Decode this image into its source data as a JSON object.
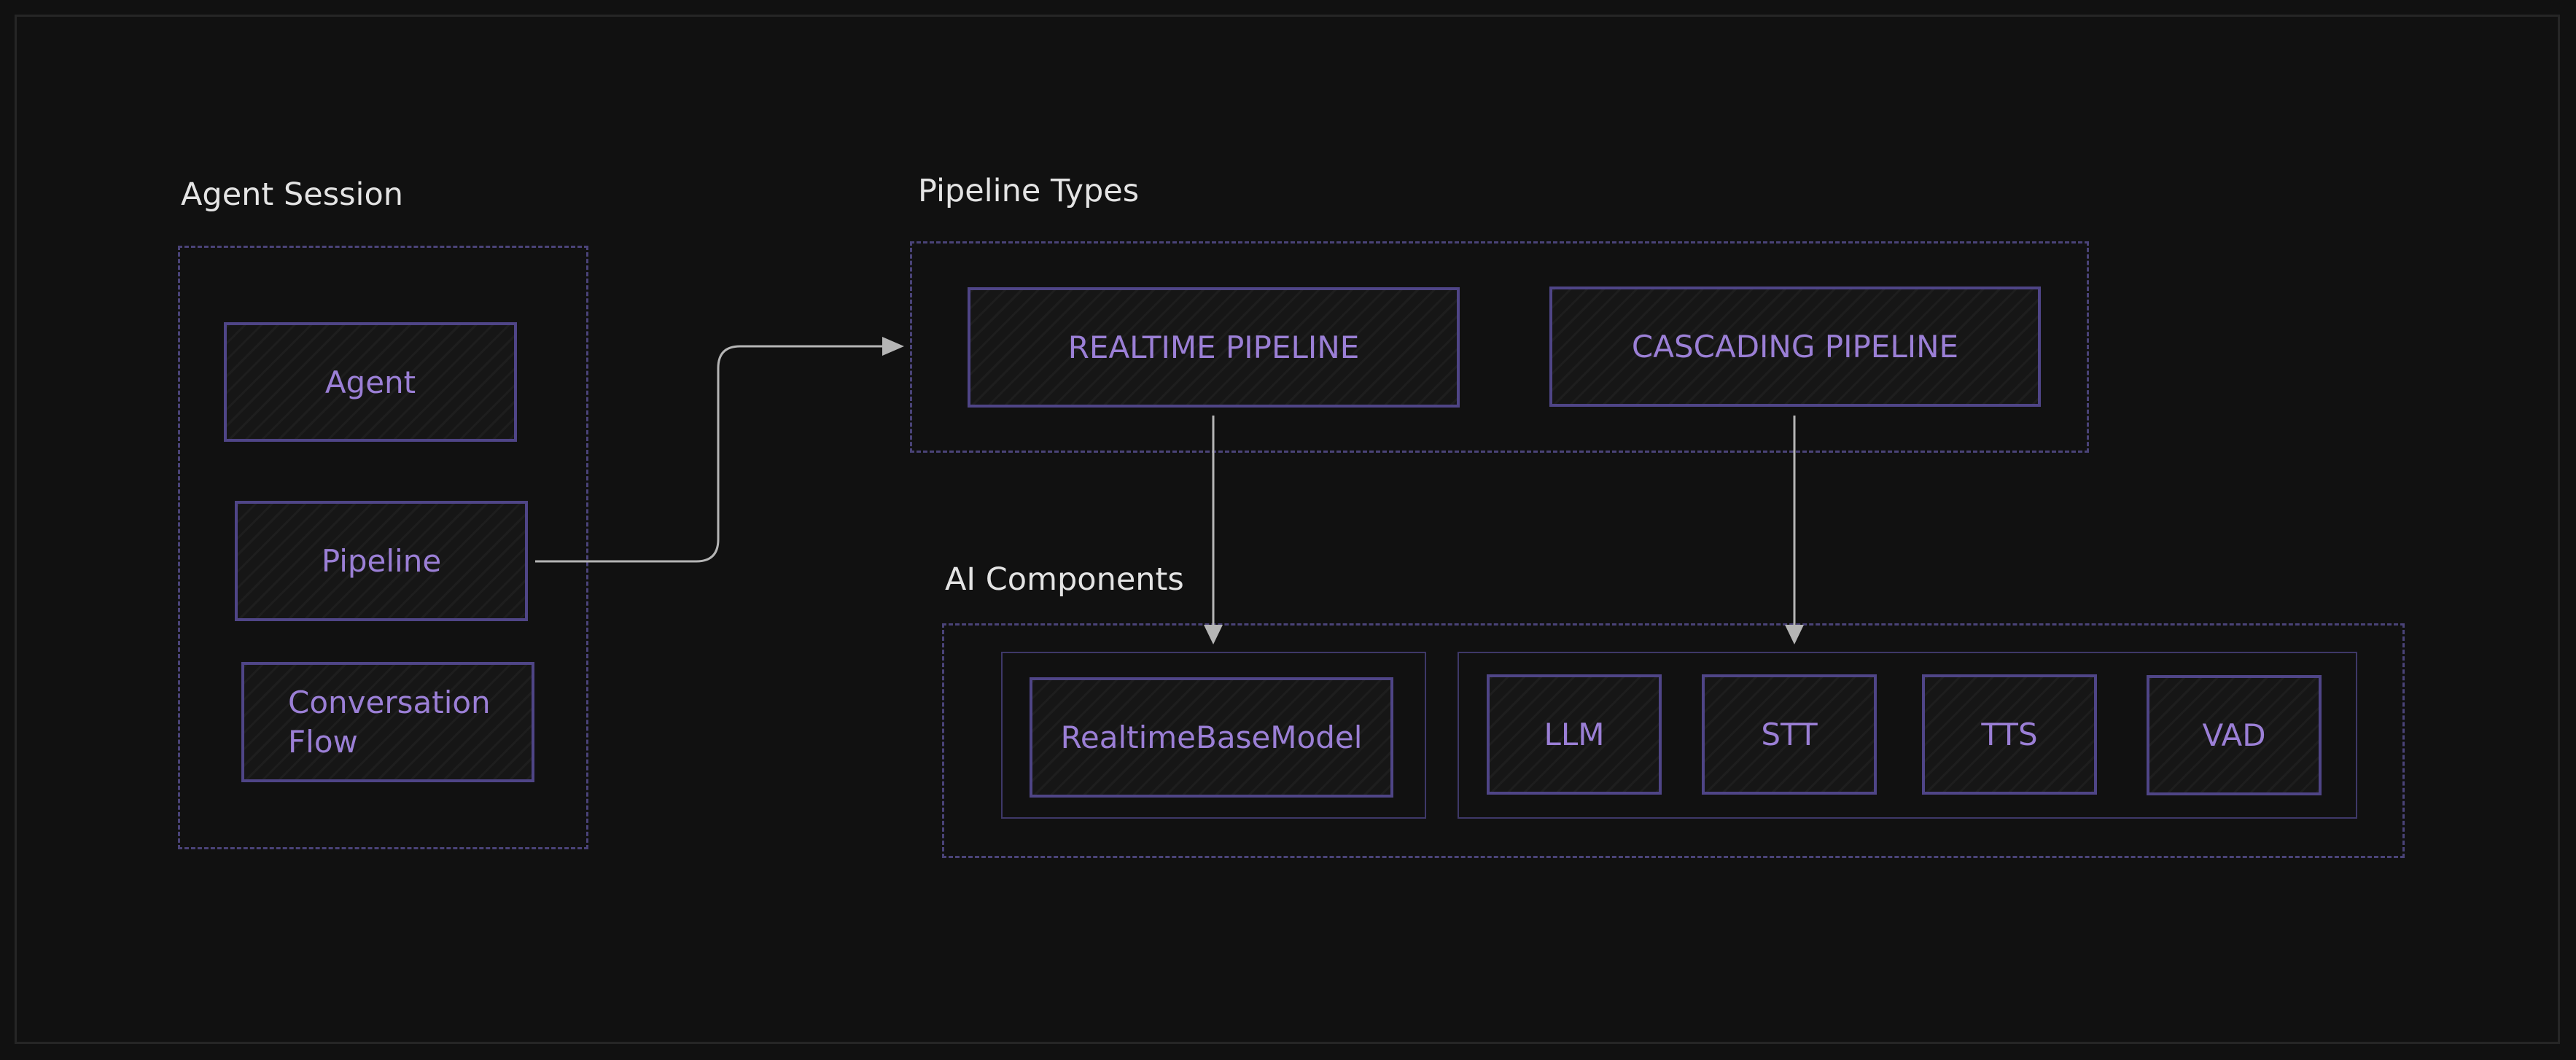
{
  "groups": {
    "agent_session": {
      "label": "Agent Session",
      "nodes": {
        "agent": "Agent",
        "pipeline": "Pipeline",
        "conversation_flow": "Conversation\nFlow"
      }
    },
    "pipeline_types": {
      "label": "Pipeline Types",
      "nodes": {
        "realtime": "REALTIME PIPELINE",
        "cascading": "CASCADING PIPELINE"
      }
    },
    "ai_components": {
      "label": "AI Components",
      "nodes": {
        "realtime_base_model": "RealtimeBaseModel",
        "llm": "LLM",
        "stt": "STT",
        "tts": "TTS",
        "vad": "VAD"
      }
    }
  },
  "edges": [
    {
      "from": "Pipeline",
      "to": "Pipeline Types"
    },
    {
      "from": "REALTIME PIPELINE",
      "to": "RealtimeBaseModel"
    },
    {
      "from": "CASCADING PIPELINE",
      "to": "LLM / STT / TTS / VAD"
    }
  ],
  "colors": {
    "background": "#111111",
    "node_text": "#9b7fd6",
    "node_border": "#4f4587",
    "group_border": "#4a4378",
    "label_text": "#e4e4e4",
    "connector": "#b5b5b5"
  }
}
